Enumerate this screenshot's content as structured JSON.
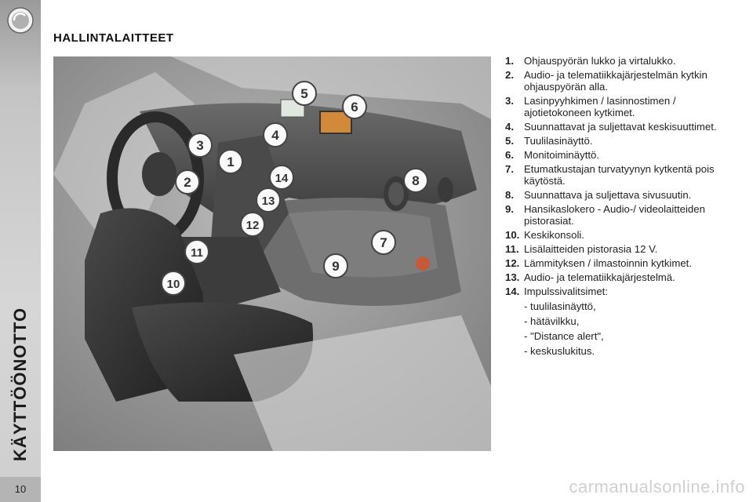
{
  "header": {
    "title": "HALLINTALAITTEET"
  },
  "sidebar": {
    "vertical_label": "KÄYTTÖÖNOTTO",
    "page_number": "10"
  },
  "callouts": [
    "1",
    "2",
    "3",
    "4",
    "5",
    "6",
    "7",
    "8",
    "9",
    "10",
    "11",
    "12",
    "13",
    "14"
  ],
  "legend": [
    {
      "num": "1.",
      "text": "Ohjauspyörän lukko ja virtalukko."
    },
    {
      "num": "2.",
      "text": "Audio- ja telematiikkajärjestelmän kytkin ohjauspyörän alla."
    },
    {
      "num": "3.",
      "text": "Lasinpyyhkimen / lasinnostimen / ajotietokoneen kytkimet."
    },
    {
      "num": "4.",
      "text": "Suunnattavat ja suljettavat keskisuuttimet."
    },
    {
      "num": "5.",
      "text": "Tuulilasinäyttö."
    },
    {
      "num": "6.",
      "text": "Monitoiminäyttö."
    },
    {
      "num": "7.",
      "text": "Etumatkustajan turvatyynyn kytkentä pois käytöstä."
    },
    {
      "num": "8.",
      "text": "Suunnattava ja suljettava sivusuutin."
    },
    {
      "num": "9.",
      "text": "Hansikaslokero - Audio-/ videolaitteiden pistorasiat."
    },
    {
      "num": "10.",
      "text": "Keskikonsoli."
    },
    {
      "num": "11.",
      "text": "Lisälaitteiden pistorasia 12 V."
    },
    {
      "num": "12.",
      "text": "Lämmityksen / ilmastoinnin kytkimet."
    },
    {
      "num": "13.",
      "text": "Audio- ja telematiikkajärjestelmä."
    },
    {
      "num": "14.",
      "text": "Impulssivalitsimet:"
    }
  ],
  "legend_sub": [
    "- tuulilasinäyttö,",
    "- hätävilkku,",
    "- \"Distance alert\",",
    "- keskuslukitus."
  ],
  "watermark": "carmanualsonline.info"
}
